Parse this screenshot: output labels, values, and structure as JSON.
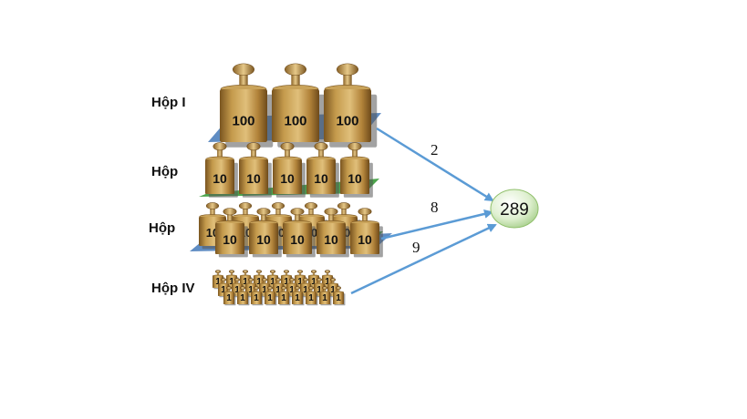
{
  "boxes": [
    {
      "label": "Hộp I",
      "weight_value": "100",
      "count": 3
    },
    {
      "label": "Hộp",
      "weight_value": "10",
      "count": 5
    },
    {
      "label": "Hộp",
      "weight_value": "10",
      "count": 10
    },
    {
      "label": "Hộp IV",
      "weight_value": "1",
      "count": 27
    }
  ],
  "arrows": [
    {
      "from": "Hộp I",
      "label": "2"
    },
    {
      "from": "Hộp",
      "label": "8"
    },
    {
      "from": "Hộp IV",
      "label": "9"
    }
  ],
  "result": {
    "value": "289"
  },
  "colors": {
    "weight_body": "#b88a3a",
    "weight_dark": "#7a5520",
    "tray_blue": "#4f81bd",
    "tray_green": "#3a9b3a",
    "arrow": "#5b9bd5",
    "result_fill": "#d8edc8"
  }
}
